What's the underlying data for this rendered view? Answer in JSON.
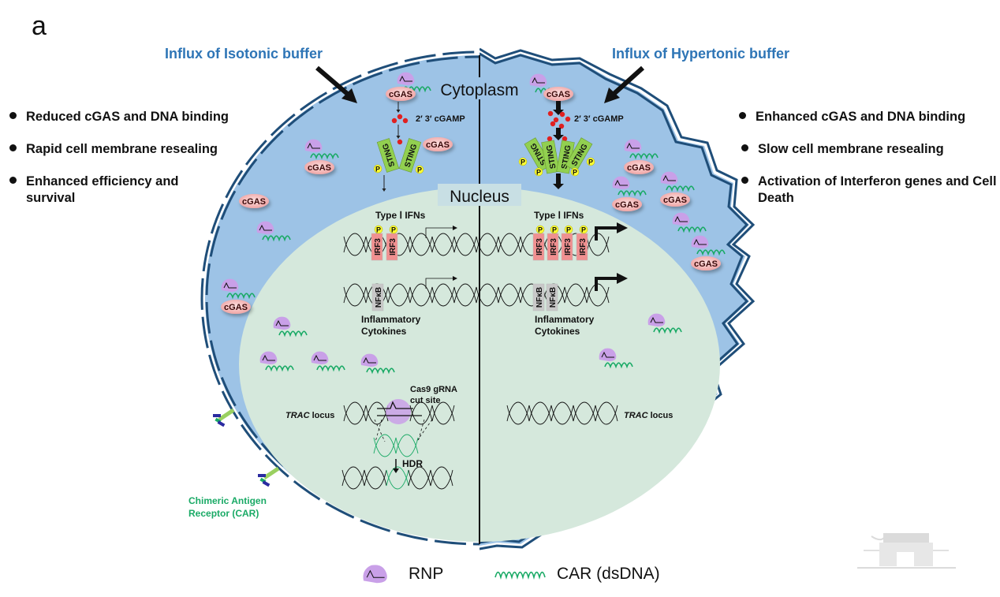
{
  "panel_label": "a",
  "left": {
    "title": "Influx of Isotonic buffer",
    "bullets": [
      "Reduced cGAS and DNA binding",
      "Rapid cell membrane resealing",
      "Enhanced efficiency and survival"
    ]
  },
  "right": {
    "title": "Influx of Hypertonic buffer",
    "bullets": [
      "Enhanced cGAS and DNA binding",
      "Slow cell membrane resealing",
      "Activation of Interferon genes and Cell Death"
    ]
  },
  "compartments": {
    "cytoplasm": "Cytoplasm",
    "nucleus": "Nucleus"
  },
  "labels": {
    "cgas": "cGAS",
    "cgamp": "2′ 3′ cGAMP",
    "sting": "STING",
    "p": "P",
    "irf3": "IRF3",
    "nfkb": "NFκB",
    "type1_ifns": "Type Ⅰ IFNs",
    "inflammatory_line1": "Inflammatory",
    "inflammatory_line2": "Cytokines",
    "trac_italic": "TRAC",
    "trac_rest": " locus",
    "cas9_line1": "Cas9 gRNA",
    "cas9_line2": "cut site",
    "hdr": "HDR",
    "car_line1": "Chimeric Antigen",
    "car_line2": "Receptor (CAR)"
  },
  "legend": {
    "rnp": "RNP",
    "car_dsdna": "CAR (dsDNA)"
  },
  "colors": {
    "title_blue": "#2e75b6",
    "cytoplasm": "#9dc3e6",
    "nucleus": "#d5e8dc",
    "membrane": "#1f4e79",
    "cgas_fill": "#f4b8b8",
    "rnp_purple": "#c9a0e8",
    "dna_green": "#1aaa66",
    "sting_green": "#92d050",
    "phospho_yellow": "#ffff33",
    "cgamp_red": "#e02020",
    "car_green": "#1aaa66"
  }
}
